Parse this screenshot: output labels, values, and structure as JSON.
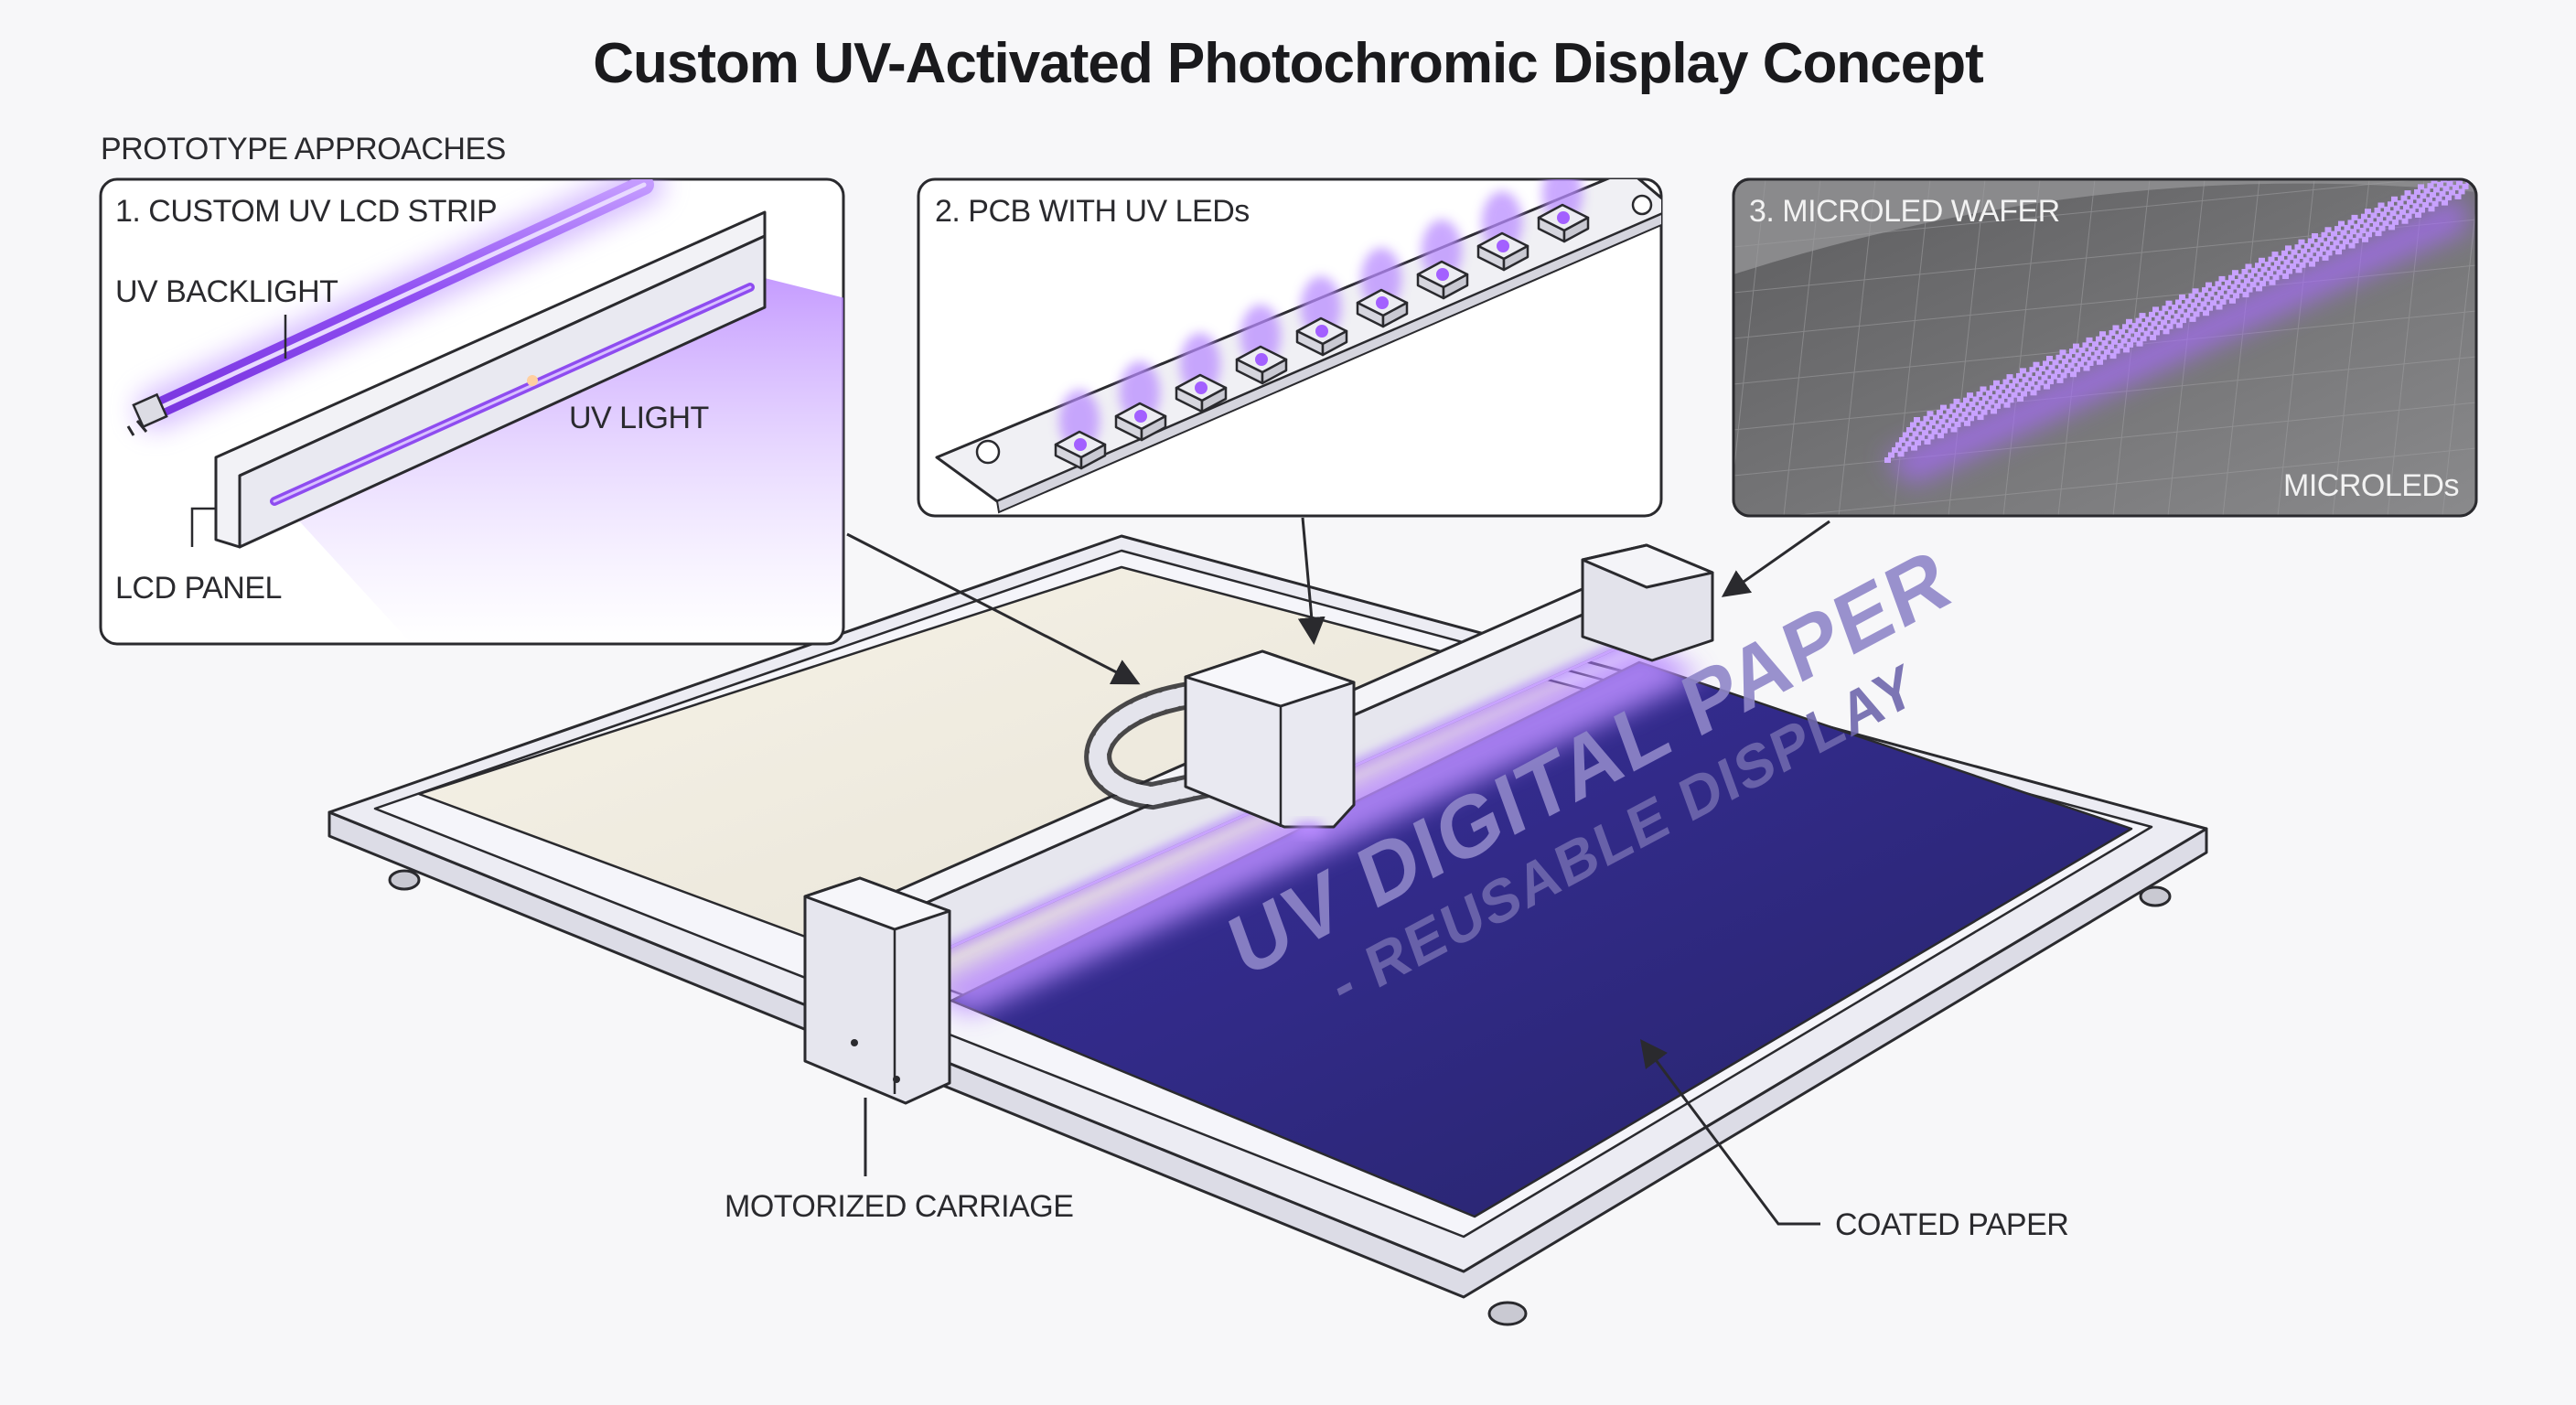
{
  "title": "Custom UV-Activated Photochromic Display Concept",
  "section_heading": "PROTOTYPE APPROACHES",
  "panels": [
    {
      "title": "1. CUSTOM UV LCD STRIP",
      "labels": {
        "uv_backlight": "UV BACKLIGHT",
        "uv_light": "UV LIGHT",
        "lcd_panel": "LCD PANEL"
      }
    },
    {
      "title": "2. PCB WITH UV LEDs",
      "labels": {}
    },
    {
      "title": "3. MICROLED WAFER",
      "labels": {
        "microleds": "MICROLEDs"
      }
    }
  ],
  "paper_text": {
    "line1": "UV DIGITAL PAPER",
    "line2": "- REUSABLE DISPLAY"
  },
  "callouts": {
    "motorized_carriage": "MOTORIZED CARRIAGE",
    "coated_paper": "COATED PAPER"
  },
  "colors": {
    "uv_purple": "#9b5cf0",
    "uv_glow": "#b98cff",
    "coated_paper": "#2e2a78",
    "frame": "#ececf3",
    "outline": "#2a2a2e",
    "wafer": "#6e6e70"
  }
}
